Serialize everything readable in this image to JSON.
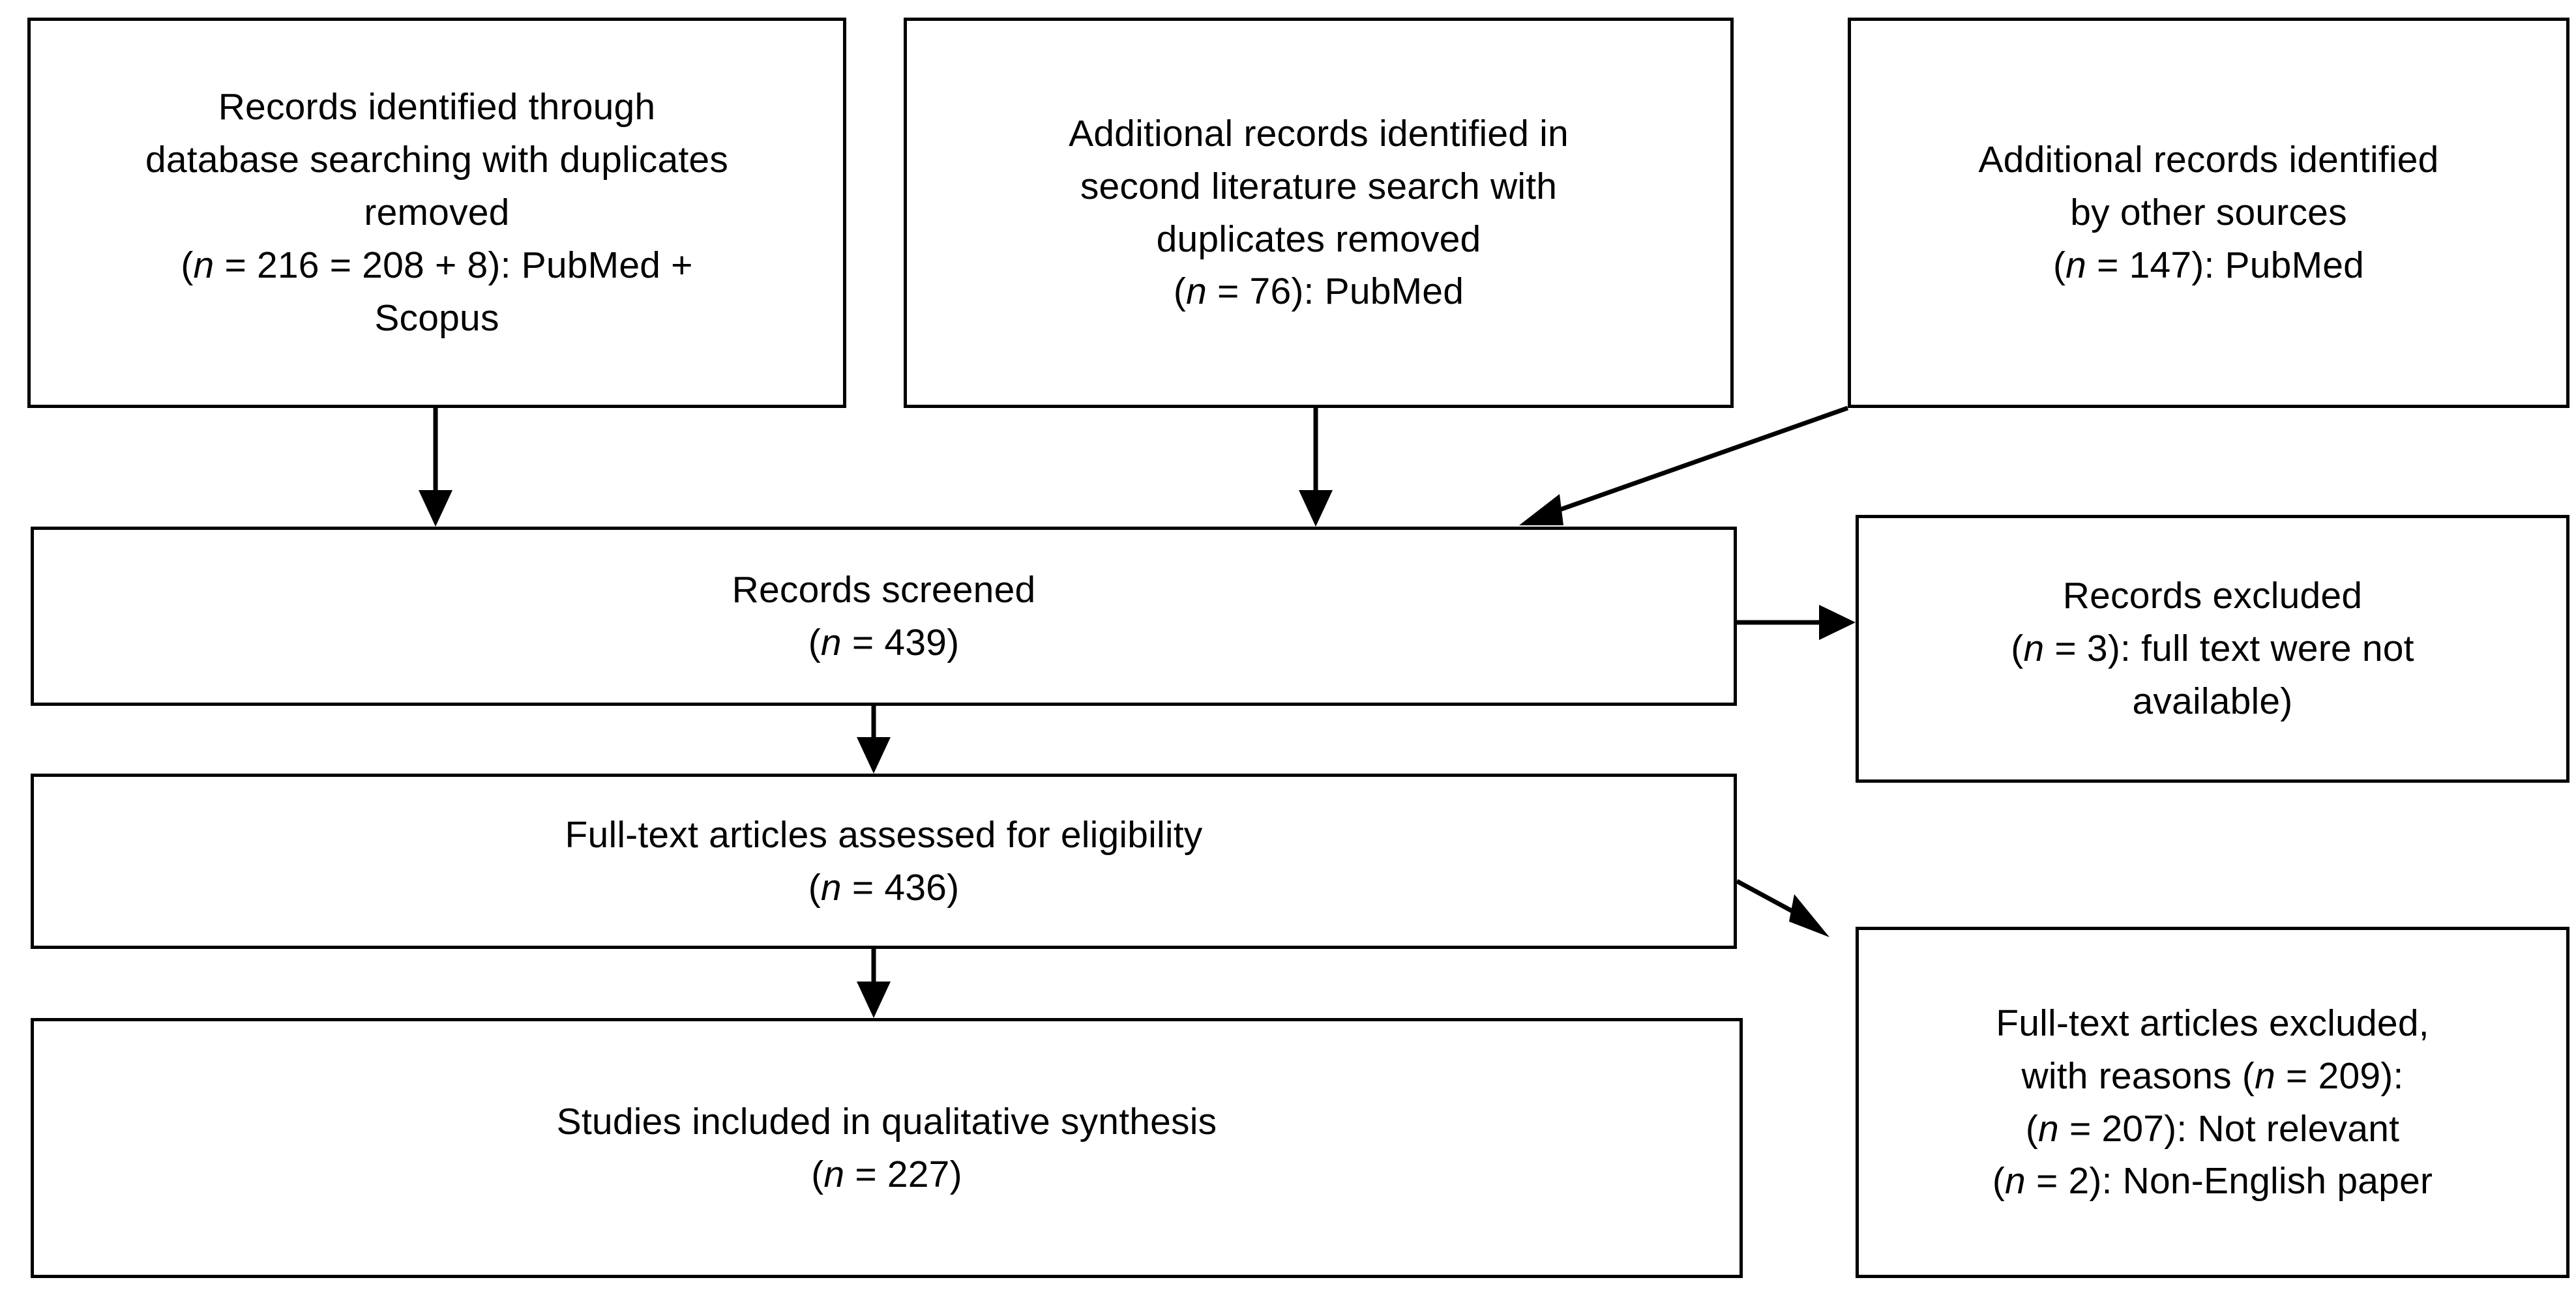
{
  "diagram": {
    "type": "prisma-flow-diagram",
    "background_color": "#ffffff",
    "line_color": "#000000",
    "text_color": "#000000"
  },
  "nodes": {
    "db_search": {
      "name": "Records identified through database searching",
      "lines": [
        "Records identified through",
        "database searching with duplicates",
        "removed",
        "(n = 216 = 208 + 8): PubMed +",
        "Scopus"
      ],
      "n": 216,
      "n_expression": "216 = 208 + 8",
      "sources": "PubMed + Scopus"
    },
    "second_search": {
      "name": "Additional records identified in second literature search",
      "lines": [
        "Additional records identified in",
        "second literature search with",
        "duplicates removed",
        "(n = 76): PubMed"
      ],
      "n": 76,
      "sources": "PubMed"
    },
    "other_sources": {
      "name": "Additional records identified by other sources",
      "lines": [
        "Additional records identified",
        "by other sources",
        "(n = 147): PubMed"
      ],
      "n": 147,
      "sources": "PubMed"
    },
    "screened": {
      "name": "Records screened",
      "lines": [
        "Records screened",
        "(n = 439)"
      ],
      "n": 439
    },
    "excluded": {
      "name": "Records excluded",
      "lines": [
        "Records excluded",
        "(n = 3): full text were not",
        "available)"
      ],
      "n": 3,
      "reason": "full text were not available"
    },
    "fulltext_assessed": {
      "name": "Full-text articles assessed for eligibility",
      "lines": [
        "Full-text articles assessed for eligibility",
        "(n = 436)"
      ],
      "n": 436
    },
    "fulltext_excluded": {
      "name": "Full-text articles excluded, with reasons",
      "lines": [
        "Full-text articles excluded,",
        "with reasons (n = 209):",
        "(n = 207): Not relevant",
        "(n = 2): Non-English paper"
      ],
      "n": 209,
      "reasons": [
        {
          "n": 207,
          "label": "Not relevant"
        },
        {
          "n": 2,
          "label": "Non-English paper"
        }
      ]
    },
    "included": {
      "name": "Studies included in qualitative synthesis",
      "lines": [
        "Studies included in qualitative synthesis",
        "(n = 227)"
      ],
      "n": 227
    }
  },
  "connectors": [
    {
      "from": "db_search",
      "to": "screened",
      "style": "vertical-arrow"
    },
    {
      "from": "second_search",
      "to": "screened",
      "style": "vertical-arrow"
    },
    {
      "from": "other_sources",
      "to": "screened",
      "style": "diagonal-arrow"
    },
    {
      "from": "screened",
      "to": "excluded",
      "style": "horizontal-arrow"
    },
    {
      "from": "screened",
      "to": "fulltext_assessed",
      "style": "vertical-arrow"
    },
    {
      "from": "fulltext_assessed",
      "to": "fulltext_excluded",
      "style": "diagonal-arrow"
    },
    {
      "from": "fulltext_assessed",
      "to": "included",
      "style": "vertical-arrow"
    }
  ]
}
